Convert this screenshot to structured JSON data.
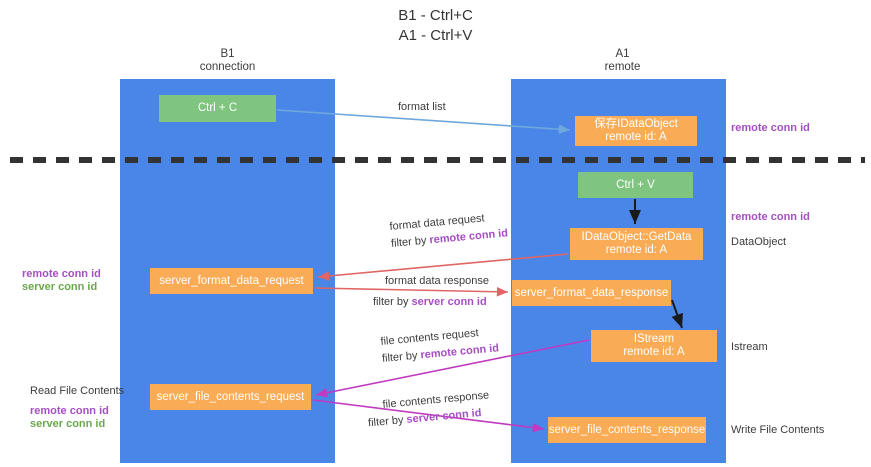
{
  "diagram": {
    "title": "B1 - Ctrl+C\nA1 - Ctrl+V",
    "lanes": [
      {
        "id": "b1",
        "header": "B1\nconnection",
        "color": "#4a86e8"
      },
      {
        "id": "a1",
        "header": "A1\nremote",
        "color": "#4a86e8"
      }
    ],
    "boxes": {
      "ctrl_c": "Ctrl + C",
      "idataobject": "保存IDataObject\nremote id: A",
      "ctrl_v": "Ctrl + V",
      "getdata": "IDataObject::GetData\nremote id: A",
      "server_format_data_request": "server_format_data_request",
      "server_format_data_response": "server_format_data_response",
      "istream": "IStream\nremote id: A",
      "server_file_contents_request": "server_file_contents_request",
      "server_file_contents_response": "server_file_contents_response"
    },
    "edge_labels": {
      "format_list": "format list",
      "format_data_request": "format data request",
      "format_data_request_filter_prefix": "filter by ",
      "format_data_request_filter_key": "remote conn id",
      "format_data_response": "format data response",
      "format_data_response_filter_prefix": "filter by ",
      "format_data_response_filter_key": "server conn id",
      "file_contents_request": "file contents request",
      "file_contents_request_filter_prefix": "filter by ",
      "file_contents_request_filter_key": "remote conn id",
      "file_contents_response": "file contents response",
      "file_contents_response_filter_prefix": "filter by ",
      "file_contents_response_filter_key": "server conn id"
    },
    "side_labels": {
      "remote_conn_id_top": "remote conn id",
      "remote_conn_id_mid": "remote conn id",
      "dataobject": "DataObject",
      "istream": "Istream",
      "write_file_contents": "Write File Contents",
      "read_file_contents": "Read File Contents",
      "left_mid_remote": "remote conn id",
      "left_mid_server": "server conn id",
      "left_bot_remote": "remote conn id",
      "left_bot_server": "server conn id"
    },
    "colors": {
      "lane": "#4a86e8",
      "green_box": "#7fc47f",
      "orange_box": "#f9ab55",
      "purple_text": "#a64fc4",
      "green_text": "#6aa84f",
      "arrow_blue": "#6fa8dc",
      "arrow_red": "#e06666",
      "arrow_magenta": "#c239c2",
      "arrow_black": "#1a1a1a",
      "divider": "#333333",
      "background": "#ffffff"
    }
  }
}
